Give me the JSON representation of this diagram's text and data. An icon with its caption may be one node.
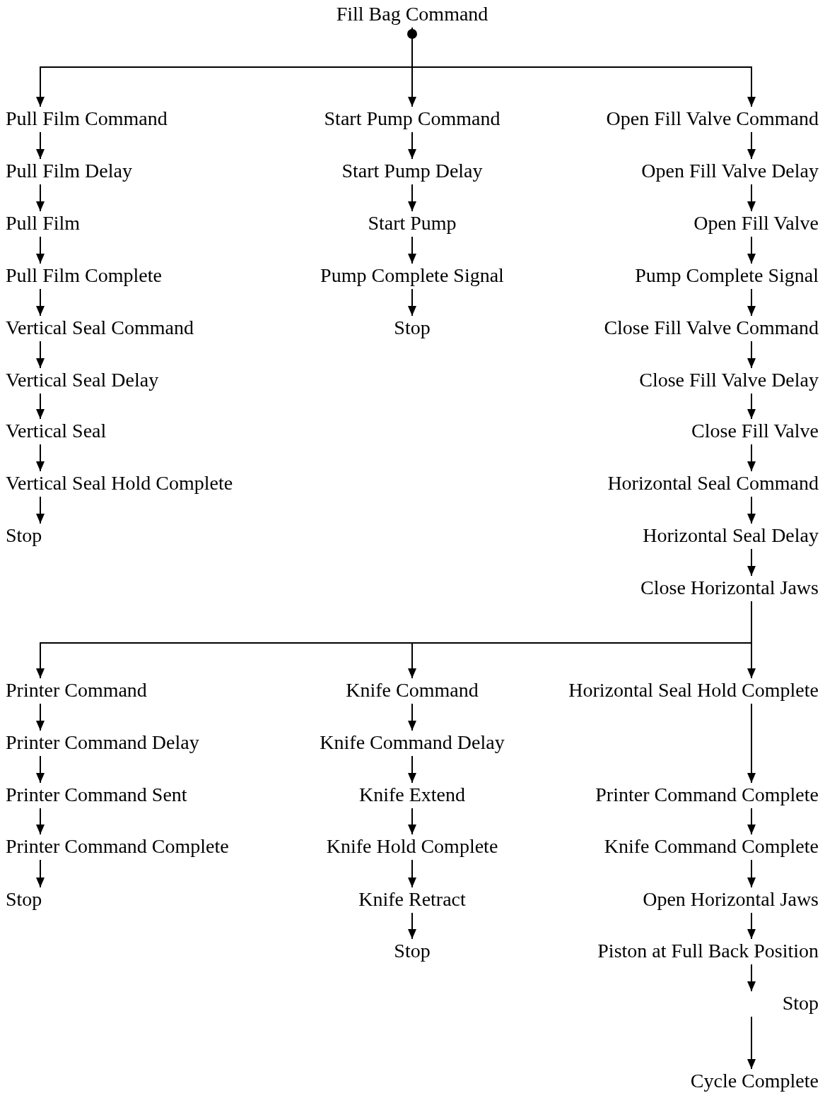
{
  "diagram": {
    "nodes": [
      {
        "text": [
          "Fill Bag Command"
        ]
      },
      {
        "text": [
          "Pull Film Command"
        ]
      },
      {
        "text": [
          "Pull Film Delay"
        ]
      },
      {
        "text": [
          "Pull Film"
        ]
      },
      {
        "text": [
          "Pull Film Complete"
        ]
      },
      {
        "text": [
          "Vertical Seal Command"
        ]
      },
      {
        "text": [
          "Vertical Seal Delay"
        ]
      },
      {
        "text": [
          "Vertical Seal"
        ]
      },
      {
        "text": [
          "Vertical Seal Hold Complete"
        ]
      },
      {
        "text": [
          "Stop"
        ]
      },
      {
        "text": [
          "Start Pump Command"
        ]
      },
      {
        "text": [
          "Start Pump Delay"
        ]
      },
      {
        "text": [
          "Start Pump"
        ]
      },
      {
        "text": [
          "Pump Complete Signal"
        ]
      },
      {
        "text": [
          "Stop"
        ]
      },
      {
        "text": [
          "Open Fill Valve Command"
        ]
      },
      {
        "text": [
          "Open Fill Valve Delay"
        ]
      },
      {
        "text": [
          "Open Fill Valve"
        ]
      },
      {
        "text": [
          "Pump Complete Signal"
        ]
      },
      {
        "text": [
          "Close Fill Valve Command"
        ]
      },
      {
        "text": [
          "Close Fill Valve Delay"
        ]
      },
      {
        "text": [
          "Close Fill Valve"
        ]
      },
      {
        "text": [
          "Horizontal Seal Command"
        ]
      },
      {
        "text": [
          "Horizontal Seal Delay"
        ]
      },
      {
        "text": [
          "Close Horizontal Jaws"
        ]
      },
      {
        "text": [
          "Printer Command"
        ]
      },
      {
        "text": [
          "Printer Command Delay"
        ]
      },
      {
        "text": [
          "Printer Command Sent"
        ]
      },
      {
        "text": [
          "Printer Command Complete"
        ]
      },
      {
        "text": [
          "Stop"
        ]
      },
      {
        "text": [
          "Knife Command"
        ]
      },
      {
        "text": [
          "Knife Command Delay"
        ]
      },
      {
        "text": [
          "Knife Extend"
        ]
      },
      {
        "text": [
          "Knife Hold Complete"
        ]
      },
      {
        "text": [
          "Knife Retract"
        ]
      },
      {
        "text": [
          "Stop"
        ]
      },
      {
        "text": [
          "Horizontal Seal Hold Complete"
        ]
      },
      {
        "text": [
          "Printer Command Complete"
        ]
      },
      {
        "text": [
          "Knife Command Complete"
        ]
      },
      {
        "text": [
          "Open Horizontal Jaws"
        ]
      },
      {
        "text": [
          "Piston at Full Back Position"
        ]
      },
      {
        "text": [
          "Stop"
        ]
      },
      {
        "text": [
          "Cycle Complete"
        ]
      }
    ],
    "edges": [
      {
        "from": 0,
        "to": 1,
        "arrow": "to"
      },
      {
        "from": 0,
        "to": 10,
        "arrow": "to"
      },
      {
        "from": 0,
        "to": 15,
        "arrow": "to"
      },
      {
        "from": 1,
        "to": 2,
        "arrow": "to"
      },
      {
        "from": 2,
        "to": 3,
        "arrow": "to"
      },
      {
        "from": 3,
        "to": 4,
        "arrow": "to"
      },
      {
        "from": 4,
        "to": 5,
        "arrow": "to"
      },
      {
        "from": 5,
        "to": 6,
        "arrow": "to"
      },
      {
        "from": 6,
        "to": 7,
        "arrow": "to"
      },
      {
        "from": 7,
        "to": 8,
        "arrow": "to"
      },
      {
        "from": 8,
        "to": 9,
        "arrow": "to"
      },
      {
        "from": 10,
        "to": 11,
        "arrow": "to"
      },
      {
        "from": 11,
        "to": 12,
        "arrow": "to"
      },
      {
        "from": 12,
        "to": 13,
        "arrow": "to"
      },
      {
        "from": 13,
        "to": 14,
        "arrow": "to"
      },
      {
        "from": 15,
        "to": 16,
        "arrow": "to"
      },
      {
        "from": 16,
        "to": 17,
        "arrow": "to"
      },
      {
        "from": 17,
        "to": 18,
        "arrow": "to"
      },
      {
        "from": 18,
        "to": 19,
        "arrow": "to"
      },
      {
        "from": 19,
        "to": 20,
        "arrow": "to"
      },
      {
        "from": 20,
        "to": 21,
        "arrow": "to"
      },
      {
        "from": 21,
        "to": 22,
        "arrow": "to"
      },
      {
        "from": 22,
        "to": 23,
        "arrow": "to"
      },
      {
        "from": 23,
        "to": 24,
        "arrow": "to"
      },
      {
        "from": 24,
        "to": 25,
        "arrow": "to"
      },
      {
        "from": 24,
        "to": 30,
        "arrow": "to"
      },
      {
        "from": 24,
        "to": 36,
        "arrow": "to"
      },
      {
        "from": 25,
        "to": 26,
        "arrow": "to"
      },
      {
        "from": 26,
        "to": 27,
        "arrow": "to"
      },
      {
        "from": 27,
        "to": 28,
        "arrow": "to"
      },
      {
        "from": 28,
        "to": 29,
        "arrow": "to"
      },
      {
        "from": 30,
        "to": 31,
        "arrow": "to"
      },
      {
        "from": 31,
        "to": 32,
        "arrow": "to"
      },
      {
        "from": 32,
        "to": 33,
        "arrow": "to"
      },
      {
        "from": 33,
        "to": 34,
        "arrow": "to"
      },
      {
        "from": 34,
        "to": 35,
        "arrow": "to"
      },
      {
        "from": 36,
        "to": 37,
        "arrow": "to"
      },
      {
        "from": 37,
        "to": 38,
        "arrow": "to"
      },
      {
        "from": 38,
        "to": 39,
        "arrow": "to"
      },
      {
        "from": 39,
        "to": 40,
        "arrow": "to"
      },
      {
        "from": 40,
        "to": 41,
        "arrow": "to"
      },
      {
        "from": 41,
        "to": 42,
        "arrow": "to"
      }
    ]
  }
}
